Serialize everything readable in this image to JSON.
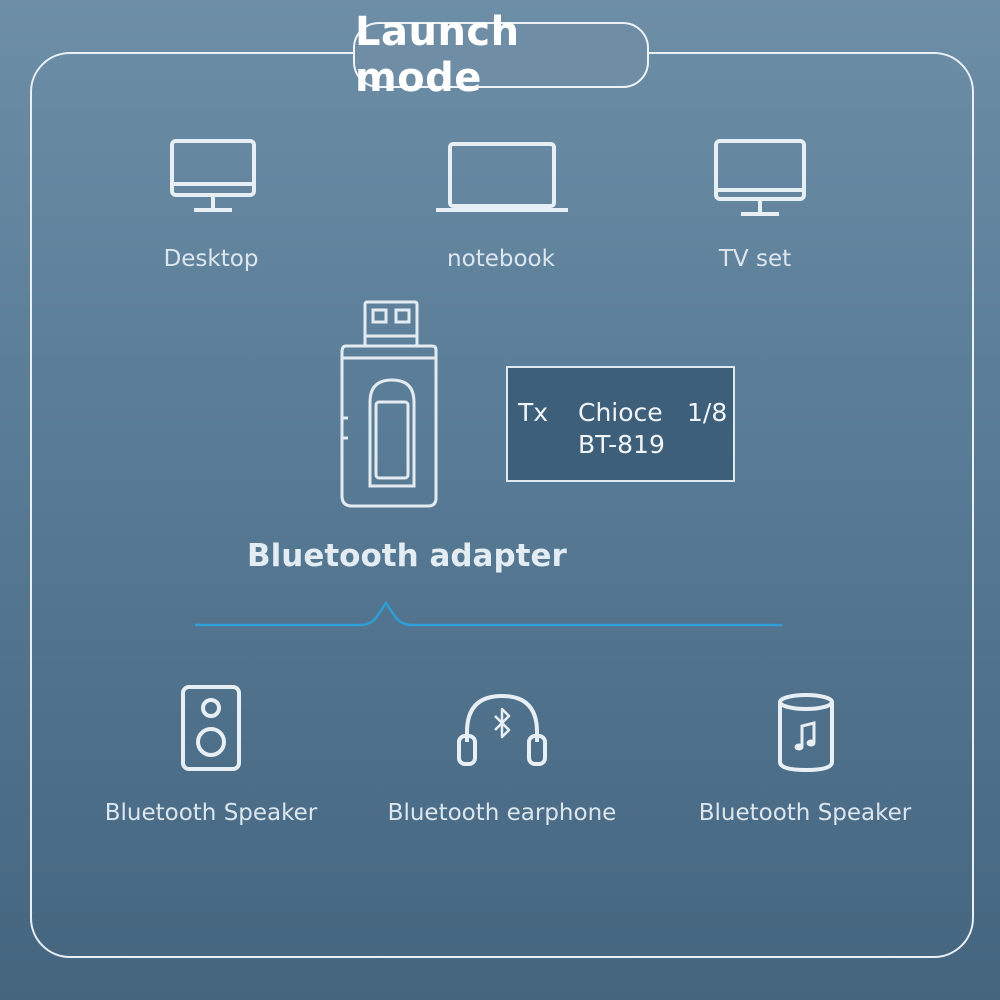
{
  "title": "Launch mode",
  "sources": [
    {
      "icon": "desktop-monitor-icon",
      "label": "Desktop"
    },
    {
      "icon": "laptop-icon",
      "label": "notebook"
    },
    {
      "icon": "tv-icon",
      "label": "TV set"
    }
  ],
  "adapter": {
    "icon": "usb-bluetooth-adapter-icon",
    "label": "Bluetooth adapter",
    "screen": {
      "mode": "Tx",
      "choice_label": "Chioce",
      "choice_value": "1/8",
      "device_name": "BT-819"
    }
  },
  "targets": [
    {
      "icon": "speaker-box-icon",
      "label": "Bluetooth Speaker"
    },
    {
      "icon": "bluetooth-headphones-icon",
      "label": "Bluetooth earphone"
    },
    {
      "icon": "cylinder-speaker-icon",
      "label": "Bluetooth Speaker"
    }
  ],
  "colors": {
    "background_top": "#6d8ea6",
    "background_bottom": "#45657f",
    "line_accent": "#2f9ed6",
    "screen_bg": "#3e5f7a"
  }
}
